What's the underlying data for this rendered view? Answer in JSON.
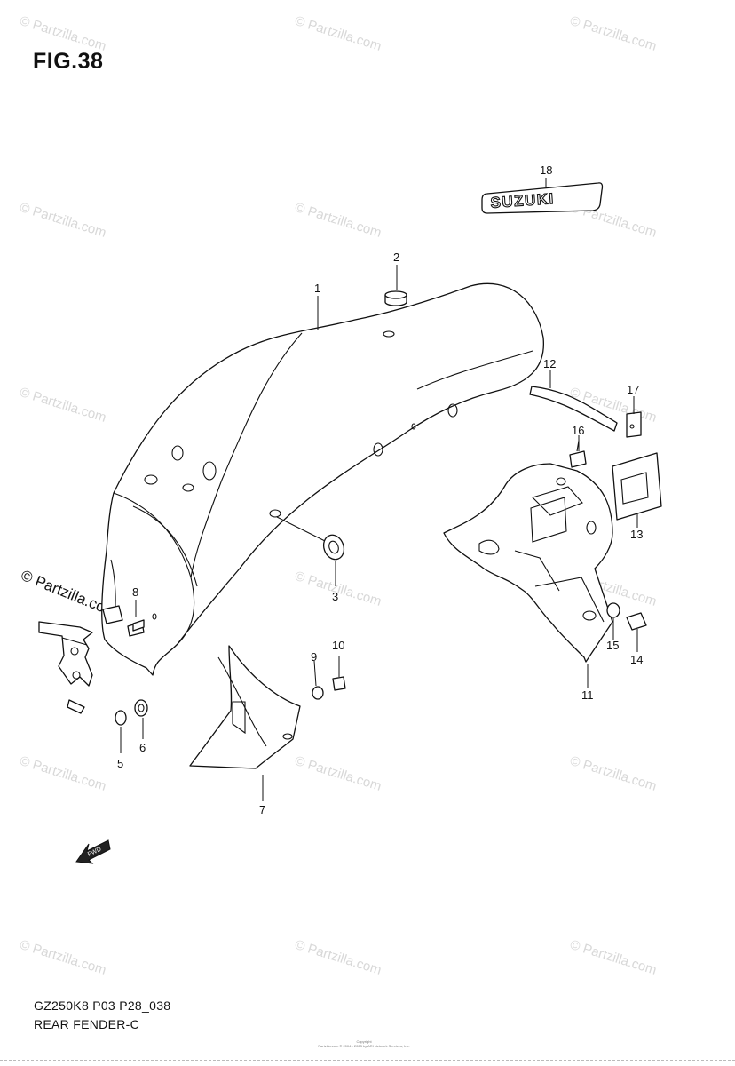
{
  "figure_title": "FIG.38",
  "watermark": "© Partzilla.com",
  "emblem_text": "SUZUKI",
  "fwd_label": "FWD",
  "callouts": {
    "1": "1",
    "2": "2",
    "3": "3",
    "5": "5",
    "6": "6",
    "7": "7",
    "8": "8",
    "9": "9",
    "10": "10",
    "11": "11",
    "12": "12",
    "13": "13",
    "14": "14",
    "15": "15",
    "16": "16",
    "17": "17",
    "18": "18"
  },
  "footer": {
    "model_code": "GZ250K8 P03 P28_038",
    "diagram_name": "REAR FENDER-C"
  },
  "copyright": {
    "line1": "Copyright",
    "line2": "Partzilla.com © 2004 - 2023 by ARI Network Services, Inc."
  }
}
